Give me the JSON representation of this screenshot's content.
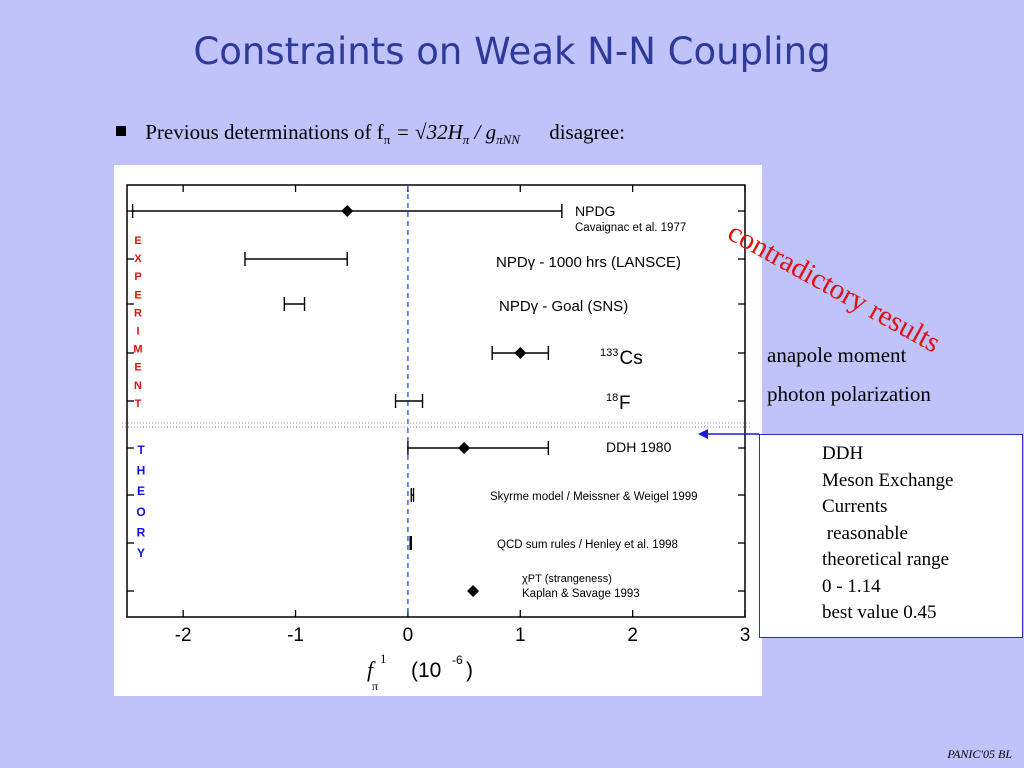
{
  "slide": {
    "title": "Constraints on Weak N-N Coupling",
    "bullet_prefix": "Previous determinations of  f",
    "bullet_formula": "= √32H",
    "bullet_formula_tail": " / g",
    "bullet_formula_sub": "πNN",
    "bullet_suffix": "disagree:",
    "stamp": "contradictory results",
    "side_notes": [
      "anapole moment",
      "photon polarization"
    ],
    "theory_box_lines": [
      "DDH",
      "Meson Exchange",
      "Currents",
      " reasonable",
      "theoretical range",
      "0 - 1.14",
      "best value 0.45"
    ],
    "footer": "PANIC'05 BL"
  },
  "chart_data": {
    "type": "scatter",
    "xlim": [
      -2.5,
      3
    ],
    "x_ticks": [
      -2,
      -1,
      0,
      1,
      2,
      3
    ],
    "x_tick_labels": [
      "-2",
      "-1",
      "0",
      "1",
      "2",
      "3"
    ],
    "xlabel": "f",
    "xlabel_sup": "1",
    "xlabel_sub": "π",
    "xlabel_units": "(10",
    "xlabel_units_exp": "-6",
    "xlabel_units_close": ")",
    "zero_line": 0,
    "experiment_label": [
      "E",
      "X",
      "P",
      "E",
      "R",
      "I",
      "M",
      "E",
      "N",
      "T"
    ],
    "theory_label": [
      "T",
      "H",
      "E",
      "O",
      "R",
      "Y"
    ],
    "experiment_color": "#e01010",
    "theory_color": "#1010e0",
    "zero_line_color": "#3355ee",
    "rows": [
      {
        "label": "NPDG",
        "label2": "Cavaignac et al. 1977",
        "low": -2.45,
        "high": 1.37,
        "point": -0.54,
        "group": "experiment"
      },
      {
        "label": "NPDγ  - 1000 hrs (LANSCE)",
        "low": -1.45,
        "high": -0.54,
        "point": null,
        "group": "experiment"
      },
      {
        "label": "NPDγ - Goal  (SNS)",
        "low": -1.1,
        "high": -0.92,
        "point": null,
        "group": "experiment"
      },
      {
        "label": "133Cs",
        "label_sup": "133",
        "label_main": "Cs",
        "low": 0.75,
        "high": 1.25,
        "point": 1.0,
        "group": "experiment"
      },
      {
        "label": "18F",
        "label_sup": "18",
        "label_main": "F",
        "low": -0.11,
        "high": 0.13,
        "point": null,
        "group": "experiment"
      },
      {
        "label": "DDH 1980",
        "low": 0.0,
        "high": 1.25,
        "point": 0.5,
        "group": "theory"
      },
      {
        "label": "Skyrme model / Meissner & Weigel 1999",
        "low": 0.03,
        "high": 0.05,
        "point": null,
        "group": "theory"
      },
      {
        "label": "QCD sum rules / Henley et al. 1998",
        "low": 0.02,
        "high": 0.03,
        "point": null,
        "group": "theory"
      },
      {
        "label": "χPT (strangeness)",
        "label2": "Kaplan & Savage 1993",
        "low": null,
        "high": null,
        "point": 0.58,
        "group": "theory"
      }
    ]
  }
}
